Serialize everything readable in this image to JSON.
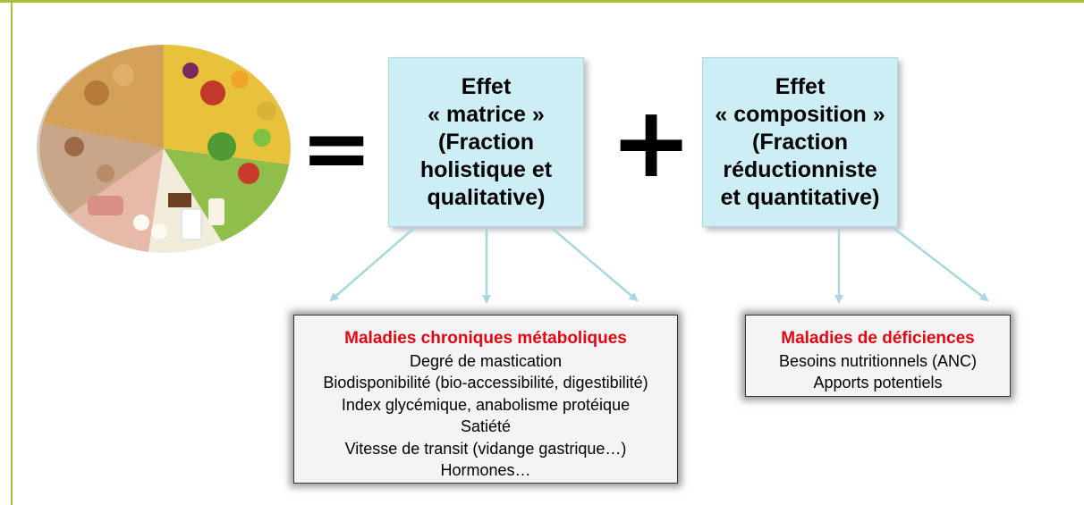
{
  "symbols": {
    "equals": "=",
    "plus": "+"
  },
  "effects": [
    {
      "lines": [
        "Effet",
        "« matrice »",
        "(Fraction",
        "holistique et",
        "qualitative)"
      ]
    },
    {
      "lines": [
        "Effet",
        "« composition »",
        "(Fraction",
        "réductionniste",
        "et quantitative)"
      ]
    }
  ],
  "outcomes": [
    {
      "title": "Maladies chroniques métaboliques",
      "items": [
        "Degré de mastication",
        "Biodisponibilité (bio-accessibilité, digestibilité)",
        "Index glycémique, anabolisme protéique",
        "Satiété",
        "Vitesse de transit (vidange gastrique…)",
        "Hormones…"
      ]
    },
    {
      "title": "Maladies de déficiences",
      "items": [
        "Besoins nutritionnels (ANC)",
        "Apports potentiels"
      ]
    }
  ],
  "colors": {
    "frame": "#a4c33b",
    "effect_box": "#cdeef4",
    "arrow": "#a9d6df",
    "title_red": "#e30613"
  }
}
